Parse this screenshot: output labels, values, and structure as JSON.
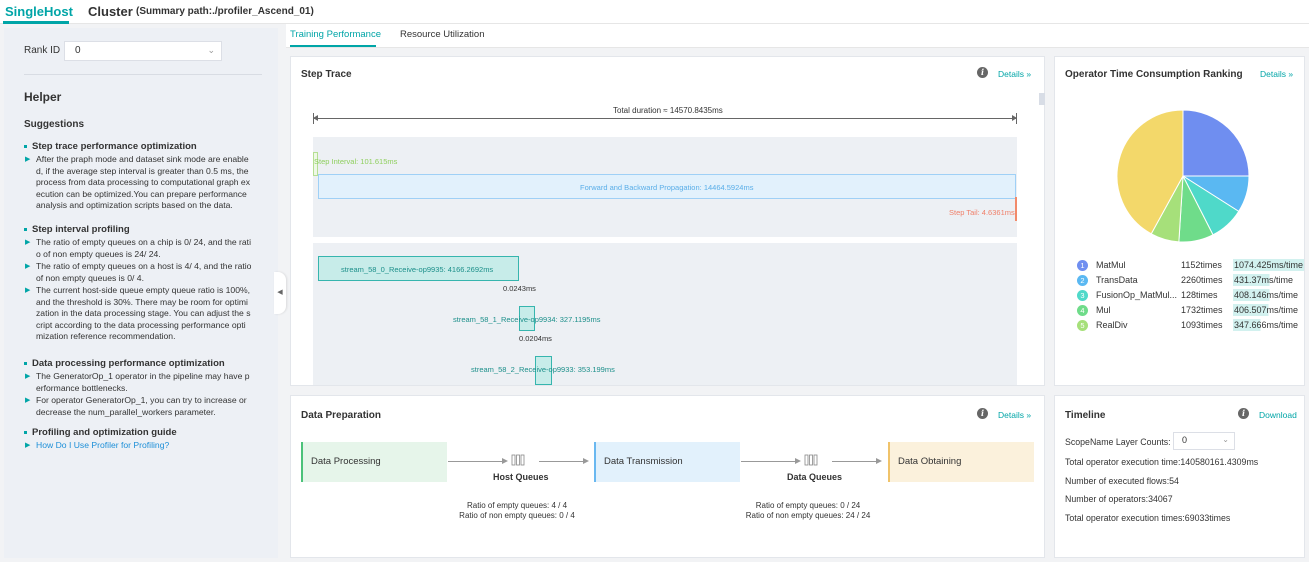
{
  "header": {
    "tab_single": "SingleHost",
    "tab_cluster": "Cluster",
    "summary_path": "(Summary path:./profiler_Ascend_01)"
  },
  "sidebar": {
    "rank_label": "Rank ID",
    "rank_value": "0",
    "helper_title": "Helper",
    "suggestions_title": "Suggestions",
    "sections": [
      {
        "title": "Step trace performance optimization",
        "items": [
          [
            "After the praph mode and dataset sink mode are enable",
            "d, if the average step interval is greater than 0.5 ms, the",
            "process from data processing to computational graph ex",
            "ecution can be optimized.You can prepare performance",
            "analysis and optimization scripts based on the data."
          ]
        ]
      },
      {
        "title": "Step interval profiling",
        "items": [
          [
            "The ratio of empty queues on a chip is 0/ 24, and the rati",
            "o of non empty queues is 24/ 24."
          ],
          [
            "The ratio of empty queues on a host is 4/ 4, and the ratio",
            "of non empty queues is 0/ 4."
          ],
          [
            "The current host-side queue empty queue ratio is 100%,",
            "and the threshold is 30%. There may be room for optimi",
            "zation in the data processing stage. You can adjust the s",
            "cript according to the data processing performance opti",
            "mization reference recommendation."
          ]
        ]
      },
      {
        "title": "Data processing performance optimization",
        "items": [
          [
            "The GeneratorOp_1 operator in the pipeline may have p",
            "erformance bottlenecks."
          ],
          [
            "For operator GeneratorOp_1, you can try to increase or",
            "decrease the num_parallel_workers parameter."
          ]
        ]
      },
      {
        "title": "Profiling and optimization guide",
        "link": "How Do I Use Profiler for Profiling?"
      }
    ]
  },
  "content_tabs": {
    "training": "Training Performance",
    "resource": "Resource Utilization"
  },
  "step_trace": {
    "title": "Step Trace",
    "details": "Details",
    "total_duration": "Total duration ≈ 14570.8435ms",
    "step_interval": "Step Interval: 101.615ms",
    "fp_bp": "Forward and Backward Propagation: 14464.5924ms",
    "step_tail": "Step Tail: 4.6361ms",
    "streams": [
      {
        "label": "stream_58_0_Receive-op9935: 4166.2692ms",
        "gap": "0.0243ms"
      },
      {
        "label": "stream_58_1_Receive-op9934: 327.1195ms",
        "gap": "0.0204ms"
      },
      {
        "label": "stream_58_2_Receive-op9933: 353.199ms"
      }
    ]
  },
  "operator_ranking": {
    "title": "Operator Time Consumption Ranking",
    "details": "Details",
    "operators": [
      {
        "rank": "1",
        "name": "MatMul",
        "times": "1152times",
        "avg": "1074.425ms/time",
        "color": "#6f8ef0",
        "fill": 1.0
      },
      {
        "rank": "2",
        "name": "TransData",
        "times": "2260times",
        "avg": "431.37ms/time",
        "color": "#5ab8f2",
        "fill": 0.6
      },
      {
        "rank": "3",
        "name": "FusionOp_MatMul...",
        "times": "128times",
        "avg": "408.146ms/time",
        "color": "#4fd9c9",
        "fill": 0.55
      },
      {
        "rank": "4",
        "name": "Mul",
        "times": "1732times",
        "avg": "406.507ms/time",
        "color": "#6fdc8a",
        "fill": 0.54
      },
      {
        "rank": "5",
        "name": "RealDiv",
        "times": "1093times",
        "avg": "347.666ms/time",
        "color": "#a6e07a",
        "fill": 0.42
      }
    ],
    "pie_colors": [
      "#6f8ef0",
      "#5ab8f2",
      "#4fd9c9",
      "#6fdc8a",
      "#a6e07a",
      "#f3d86a"
    ],
    "pie_slices": [
      0.25,
      0.09,
      0.085,
      0.085,
      0.07,
      0.42
    ]
  },
  "data_preparation": {
    "title": "Data Preparation",
    "details": "Details",
    "processing": "Data Processing",
    "host_queues": "Host Queues",
    "transmission": "Data Transmission",
    "data_queues": "Data Queues",
    "obtaining": "Data Obtaining",
    "host_empty": "Ratio of empty queues: 4 / 4",
    "host_non_empty": "Ratio of non empty queues: 0 / 4",
    "data_empty": "Ratio of empty queues: 0 / 24",
    "data_non_empty": "Ratio of non empty queues: 24 / 24"
  },
  "timeline": {
    "title": "Timeline",
    "download": "Download",
    "scope_label": "ScopeName Layer Counts:",
    "scope_value": "0",
    "total_exec_time": "Total operator execution time:140580161.4309ms",
    "flows": "Number of executed flows:54",
    "operators": "Number of operators:34067",
    "exec_times": "Total operator execution times:69033times"
  }
}
